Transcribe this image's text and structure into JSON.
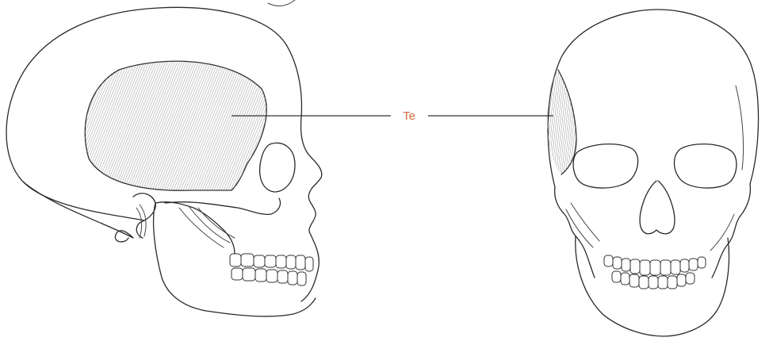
{
  "label": {
    "text": "Te"
  },
  "colors": {
    "label": "#d2693c",
    "outline": "#2a2a2a",
    "muscle_hatch": "#8a8a8a",
    "background": "#ffffff"
  },
  "figures": [
    {
      "id": "lateral-skull",
      "view": "lateral",
      "muscle": "temporalis"
    },
    {
      "id": "frontal-skull",
      "view": "anterior",
      "muscle": "temporalis"
    }
  ]
}
